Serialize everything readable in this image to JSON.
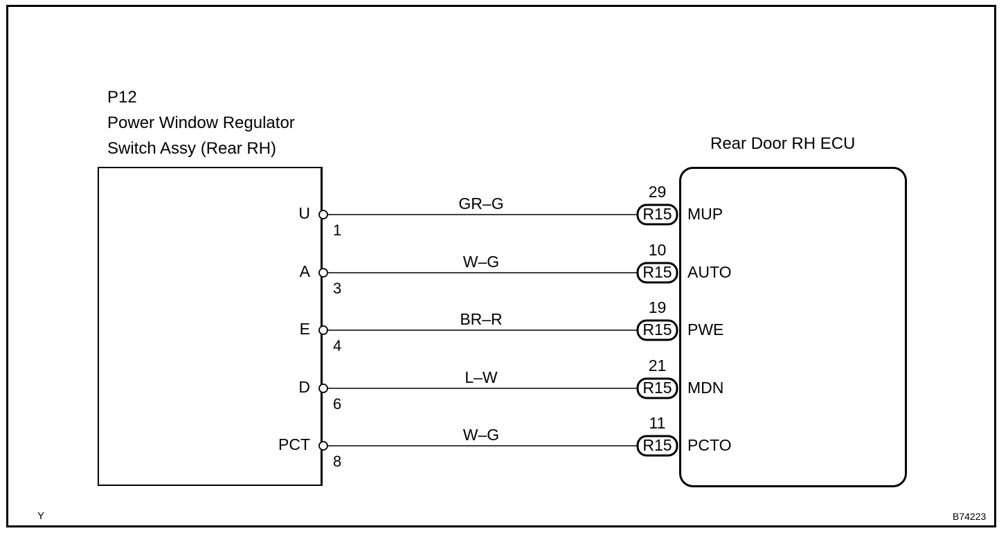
{
  "diagram": {
    "switch": {
      "code": "P12",
      "name_line1": "Power Window Regulator",
      "name_line2": "Switch Assy (Rear RH)"
    },
    "ecu": {
      "name": "Rear Door RH ECU"
    },
    "connections": [
      {
        "switch_terminal": "U",
        "switch_pin": "1",
        "wire_color": "GR–G",
        "connector": "R15",
        "ecu_pin": "29",
        "ecu_terminal": "MUP"
      },
      {
        "switch_terminal": "A",
        "switch_pin": "3",
        "wire_color": "W–G",
        "connector": "R15",
        "ecu_pin": "10",
        "ecu_terminal": "AUTO"
      },
      {
        "switch_terminal": "E",
        "switch_pin": "4",
        "wire_color": "BR–R",
        "connector": "R15",
        "ecu_pin": "19",
        "ecu_terminal": "PWE"
      },
      {
        "switch_terminal": "D",
        "switch_pin": "6",
        "wire_color": "L–W",
        "connector": "R15",
        "ecu_pin": "21",
        "ecu_terminal": "MDN"
      },
      {
        "switch_terminal": "PCT",
        "switch_pin": "8",
        "wire_color": "W–G",
        "connector": "R15",
        "ecu_pin": "11",
        "ecu_terminal": "PCTO"
      }
    ],
    "corner_mark": "Y",
    "figure_id": "B74223"
  }
}
